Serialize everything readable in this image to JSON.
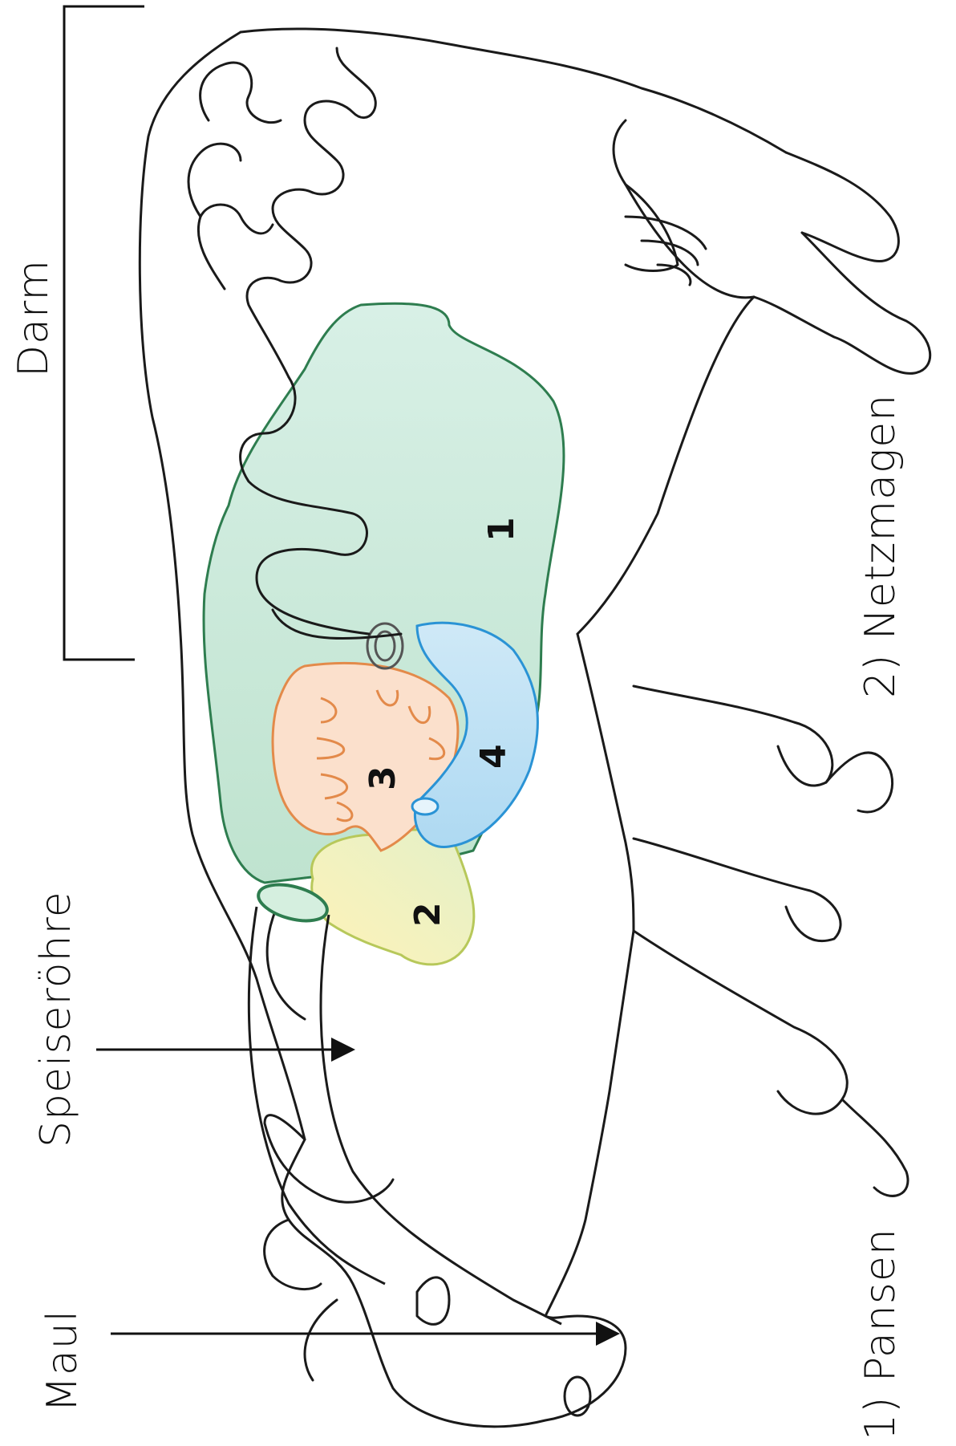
{
  "labels": {
    "darm": "Darm",
    "speiseroehre": "Speiseröhre",
    "maul": "Maul",
    "legend_1": "1) Pansen",
    "legend_2": "2) Netzmagen"
  },
  "numbers": {
    "n1": "1",
    "n2": "2",
    "n3": "3",
    "n4": "4"
  },
  "colors": {
    "outline": "#1a1a1a",
    "pansen": "#2e7d4f",
    "netzmagen": "#b7c85a",
    "blaettermagen": "#e38a4a",
    "labmagen": "#2a93d5"
  }
}
